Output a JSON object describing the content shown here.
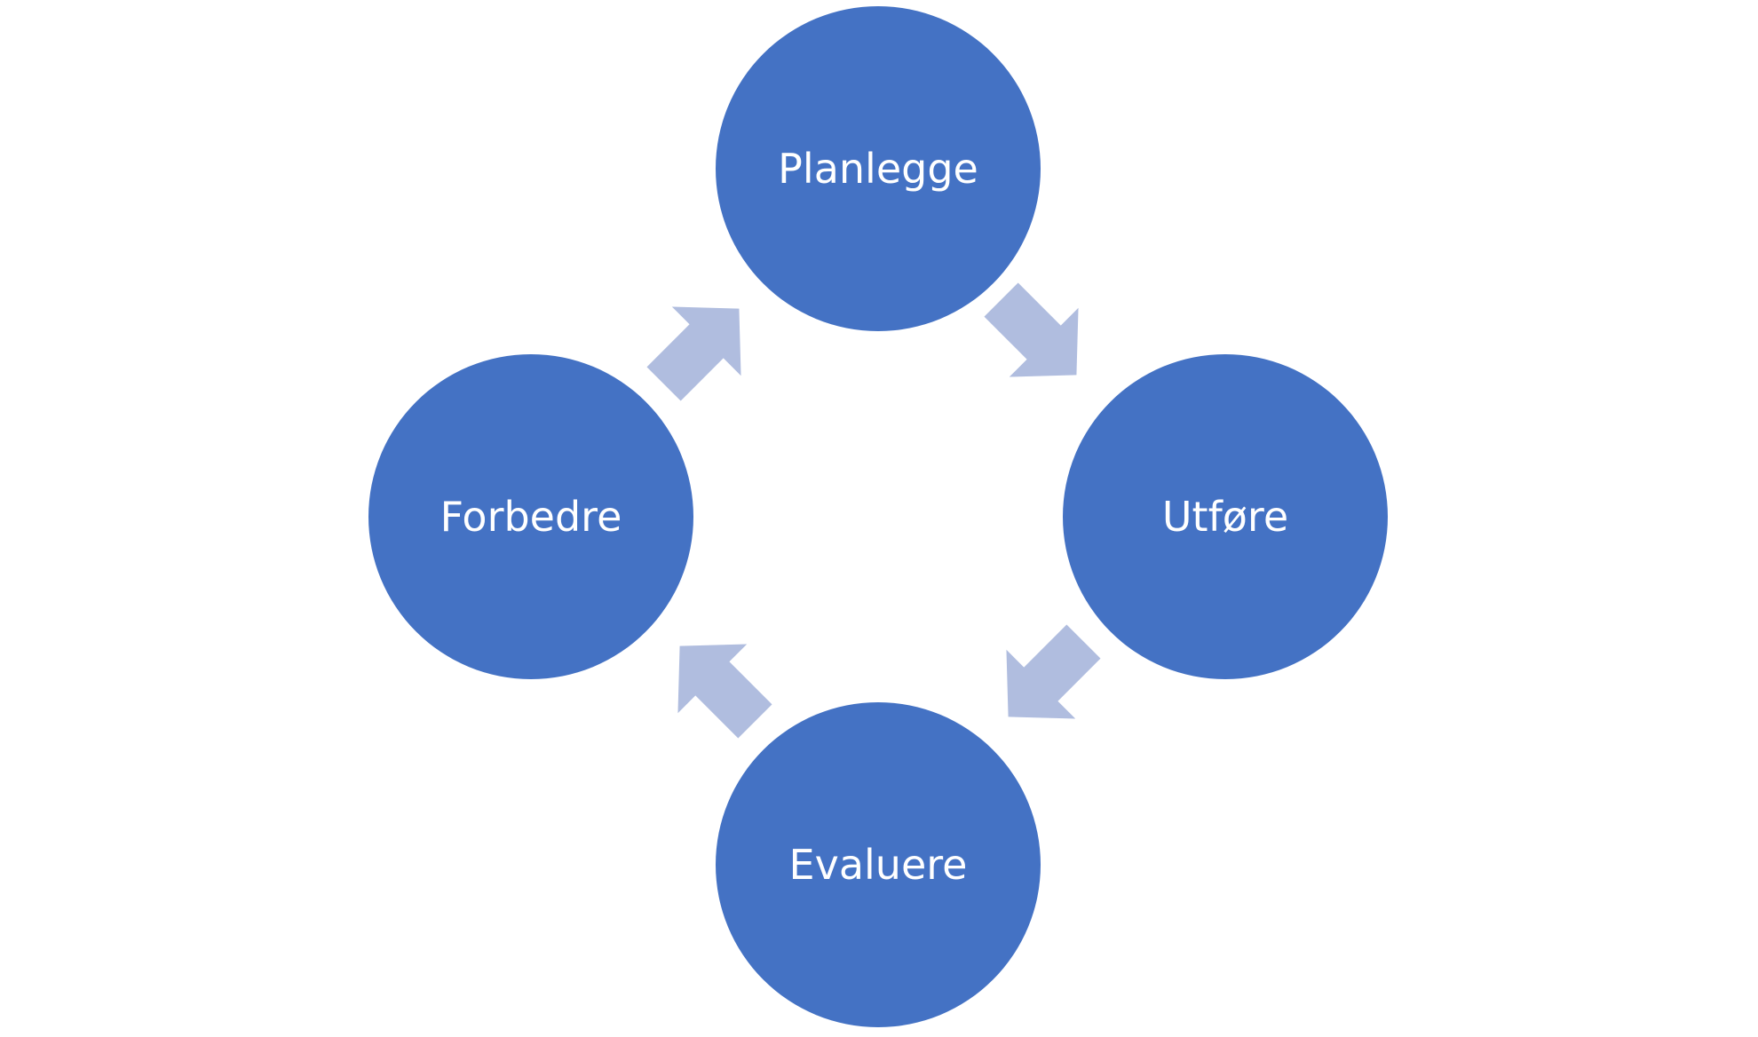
{
  "colors": {
    "circle_fill": "#4472C4",
    "arrow_fill": "#B0BDDF",
    "label_text": "#FFFFFF",
    "background": "#FFFFFF"
  },
  "stages": [
    {
      "label": "Planlegge"
    },
    {
      "label": "Utføre"
    },
    {
      "label": "Evaluere"
    },
    {
      "label": "Forbedre"
    }
  ]
}
